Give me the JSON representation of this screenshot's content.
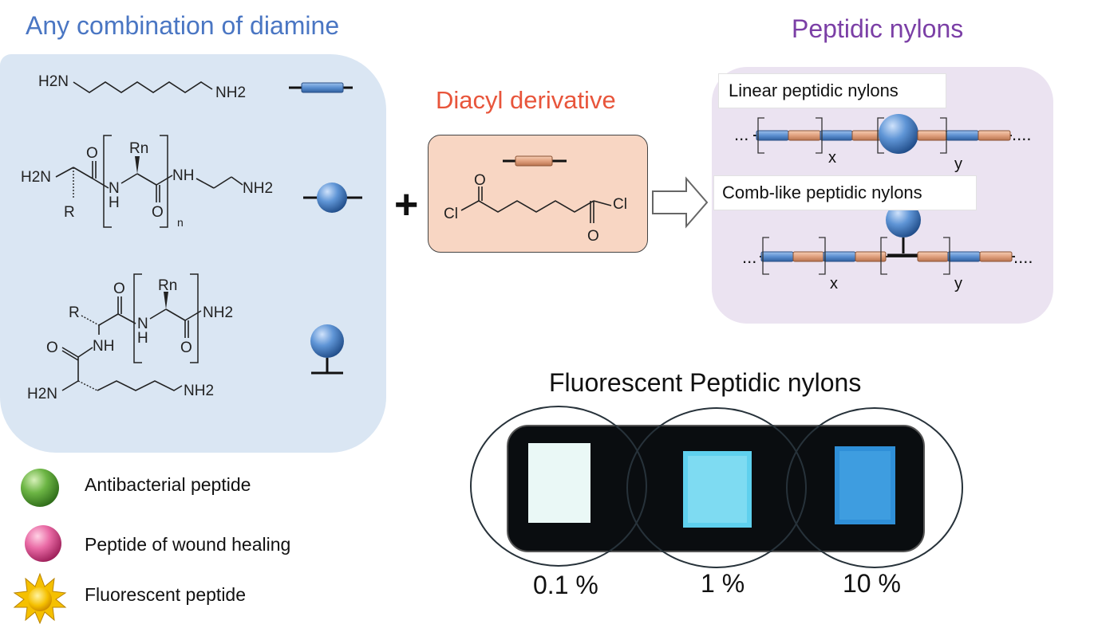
{
  "titles": {
    "diamine": "Any combination of diamine",
    "diacyl": "Diacyl derivative",
    "nylons": "Peptidic nylons",
    "fluorescent": "Fluorescent Peptidic nylons"
  },
  "diamine_panel": {
    "structure1": {
      "left_group": "H2N",
      "right_group": "NH2"
    },
    "structure2": {
      "h2n": "H2N",
      "o1": "O",
      "rn": "Rn",
      "nh_right": "NH",
      "nh2": "NH2",
      "nh_mid": "N",
      "h_mid": "H",
      "r": "R",
      "o2": "O",
      "n": "n"
    },
    "structure3": {
      "r": "R",
      "o_top": "O",
      "rn": "Rn",
      "nh2_right": "NH2",
      "nh_br": "N",
      "h_br": "H",
      "o_left": "O",
      "nh": "NH",
      "o_br": "O",
      "h2n": "H2N",
      "nh2_bottom": "NH2"
    }
  },
  "plus_sign": "+",
  "diacyl_panel": {
    "cl_left": "Cl",
    "cl_right": "Cl",
    "o_top": "O",
    "o_bottom": "O"
  },
  "nylons_panel": {
    "linear_label": "Linear peptidic nylons",
    "comb_label": "Comb-like peptidic nylons",
    "ellipsis_left": "...",
    "ellipsis_right": "....",
    "sub_x": "x",
    "sub_y": "y"
  },
  "legend": [
    {
      "label": "Antibacterial peptide",
      "icon": "green-sphere-icon",
      "color": "#5fa83a"
    },
    {
      "label": "Peptide of wound healing",
      "icon": "pink-sphere-icon",
      "color": "#e0609a"
    },
    {
      "label": "Fluorescent peptide",
      "icon": "sun-icon",
      "color": "#f2b705"
    }
  ],
  "fluorescence_samples": [
    "0.1 %",
    "1 %",
    "10 %"
  ],
  "colors": {
    "blue_segment": "#5b8fd0",
    "orange_segment": "#e0a07e",
    "sphere": "#4f86cf"
  }
}
